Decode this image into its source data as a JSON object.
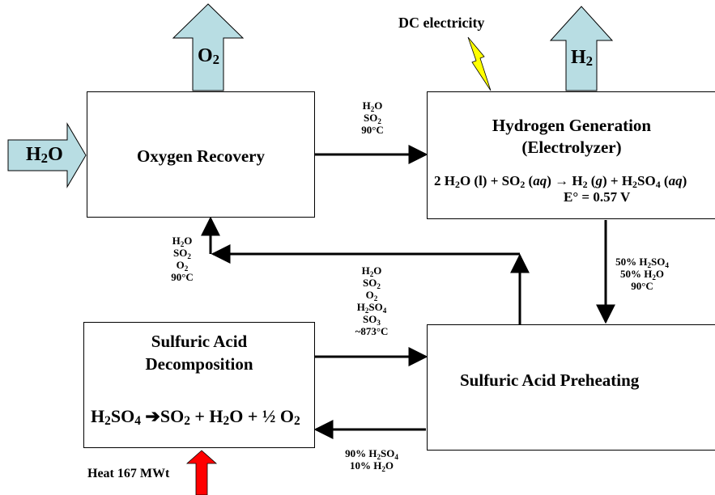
{
  "inputs": {
    "h2o_in": {
      "main": "H",
      "sub": "2",
      "tail": "O"
    },
    "o2_out": {
      "main": "O",
      "sub": "2"
    },
    "h2_out": {
      "main": "H",
      "sub": "2"
    },
    "dc_electricity": "DC electricity",
    "heat": "Heat 167 MWt"
  },
  "boxes": {
    "oxygen_recovery": {
      "title": "Oxygen Recovery"
    },
    "electrolyzer": {
      "title_line1": "Hydrogen Generation",
      "title_line2": "(Electrolyzer)",
      "eq_part1": "2 H",
      "eq_sub1": "2",
      "eq_part2": "O (l) + SO",
      "eq_sub2": "2",
      "eq_part3": " (",
      "eq_aq1": "aq",
      "eq_part4": ") → H",
      "eq_sub3": "2",
      "eq_part5": " (",
      "eq_g": "g",
      "eq_part6": ") + H",
      "eq_sub4": "2",
      "eq_part7": "SO",
      "eq_sub5": "4",
      "eq_part8": " (",
      "eq_aq2": "aq",
      "eq_part9": ")",
      "potential": "E° = 0.57 V"
    },
    "decomposition": {
      "title_line1": "Sulfuric Acid",
      "title_line2": "Decomposition",
      "eq_h": "H",
      "eq_s1": "2",
      "eq_so": "SO",
      "eq_s2": "4",
      "eq_arrow": " ➔",
      "eq_so2": "SO",
      "eq_s3": "2",
      "eq_plus1": " + H",
      "eq_s4": "2",
      "eq_o": "O + ½ O",
      "eq_s5": "2"
    },
    "preheating": {
      "title": "Sulfuric Acid Preheating"
    }
  },
  "streams": {
    "recovery_to_electrolyzer": {
      "h2o": "H",
      "h2o_sub": "2",
      "h2o_tail": "O",
      "so2": "SO",
      "so2_sub": "2",
      "temp": "90°C"
    },
    "electrolyzer_to_preheating": {
      "acid": "50% H",
      "acid_sub": "2",
      "acid_tail": "SO",
      "acid_sub2": "4",
      "water": "50% H",
      "water_sub": "2",
      "water_tail": "O",
      "temp": "90°C"
    },
    "return_to_recovery": {
      "h2o": "H",
      "h2o_sub": "2",
      "h2o_tail": "O",
      "so2": "SO",
      "so2_sub": "2",
      "o2": "O",
      "o2_sub": "2",
      "temp": "90°C"
    },
    "decomp_to_preheating": {
      "h2o": "H",
      "h2o_sub": "2",
      "h2o_tail": "O",
      "so2": "SO",
      "so2_sub": "2",
      "o2": "O",
      "o2_sub": "2",
      "h2so4": "H",
      "h2so4_sub": "2",
      "h2so4_mid": "SO",
      "h2so4_sub2": "4",
      "so3": "SO",
      "so3_sub": "3",
      "temp": "~873°C"
    },
    "preheating_to_decomp": {
      "acid": "90% H",
      "acid_sub": "2",
      "acid_tail": "SO",
      "acid_sub2": "4",
      "water": "10% H",
      "water_sub": "2",
      "water_tail": "O"
    }
  },
  "colors": {
    "arrow_fill": "#b8dde3",
    "heat_arrow": "#ff0000",
    "bolt": "#ffff00"
  }
}
